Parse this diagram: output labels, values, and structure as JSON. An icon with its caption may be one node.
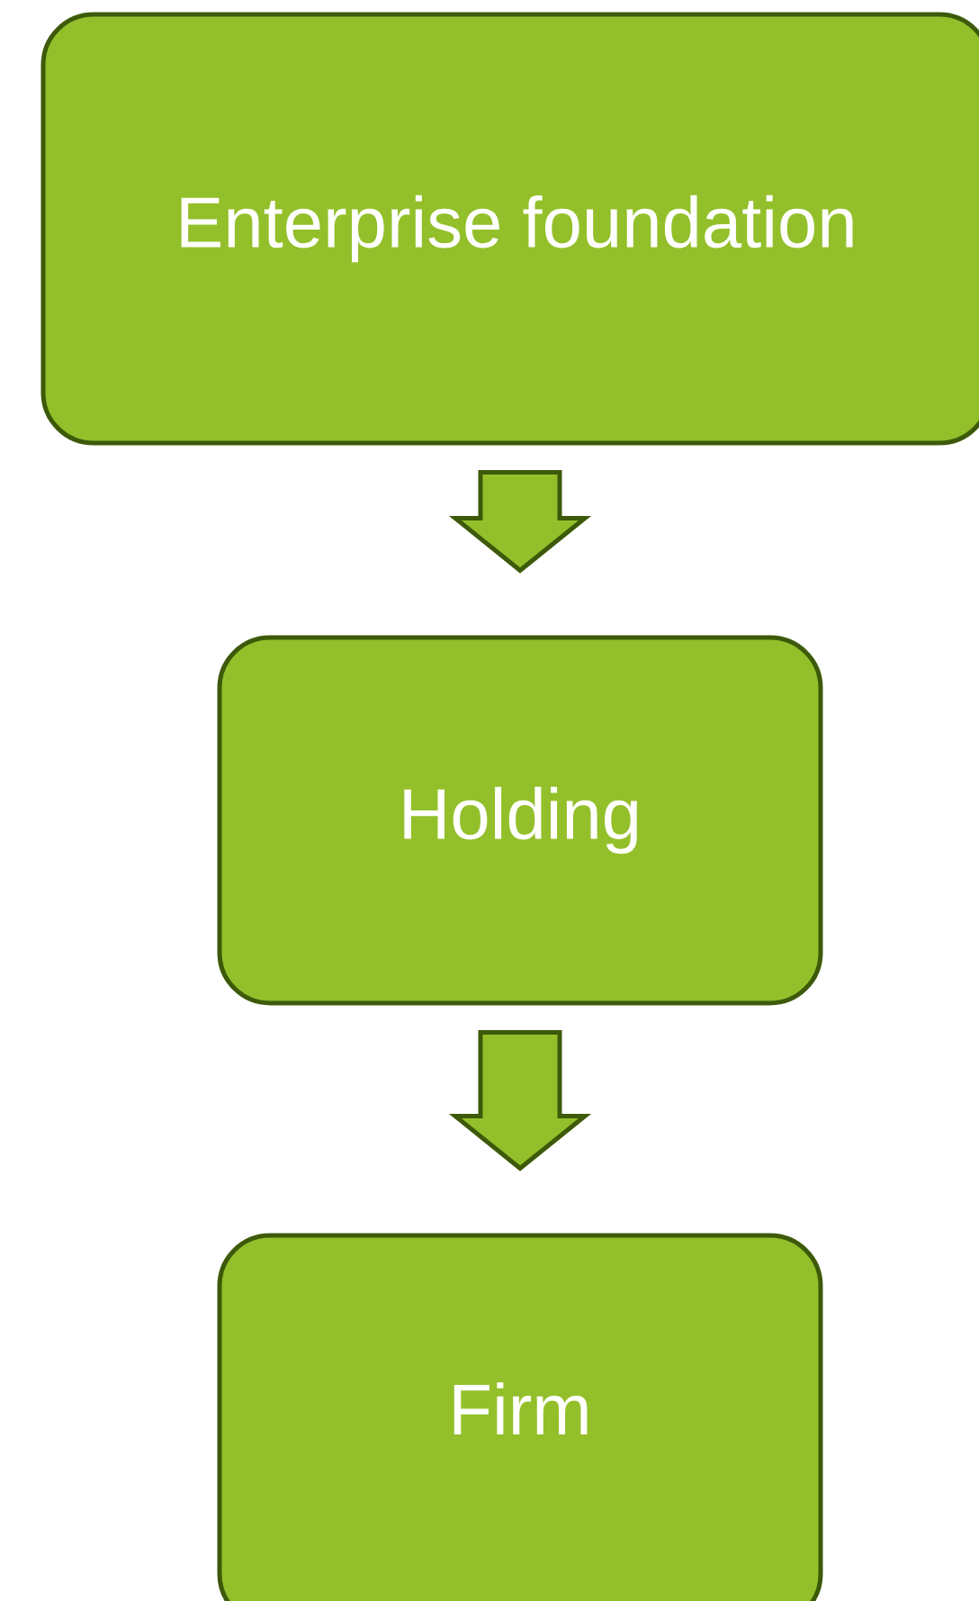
{
  "diagram": {
    "nodes": [
      {
        "text": [
          "Enterprise foundation"
        ]
      },
      {
        "text": [
          "Holding"
        ]
      },
      {
        "text": [
          "Firm"
        ]
      }
    ],
    "edges": [
      {
        "from": 0,
        "to": 1,
        "arrow": "to"
      },
      {
        "from": 1,
        "to": 2,
        "arrow": "to"
      }
    ]
  }
}
